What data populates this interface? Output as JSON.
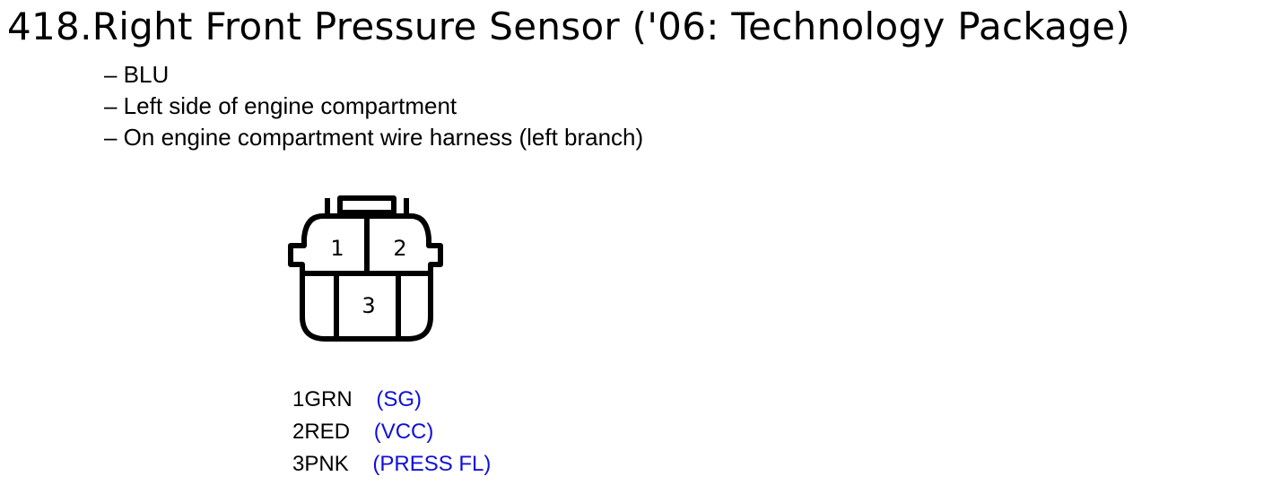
{
  "header": {
    "title": "418.Right Front Pressure Sensor ('06: Technology Package)"
  },
  "details": [
    "– BLU",
    "– Left side of engine compartment",
    "– On engine compartment wire harness (left branch)"
  ],
  "connector": {
    "cavities": [
      "1",
      "2",
      "3"
    ]
  },
  "pins": [
    {
      "id": "1GRN",
      "func": "(SG)"
    },
    {
      "id": "2RED",
      "func": "(VCC)"
    },
    {
      "id": "3PNK",
      "func": "(PRESS FL)"
    }
  ],
  "colors": {
    "text": "#000000",
    "function_label": "#1010d8"
  }
}
